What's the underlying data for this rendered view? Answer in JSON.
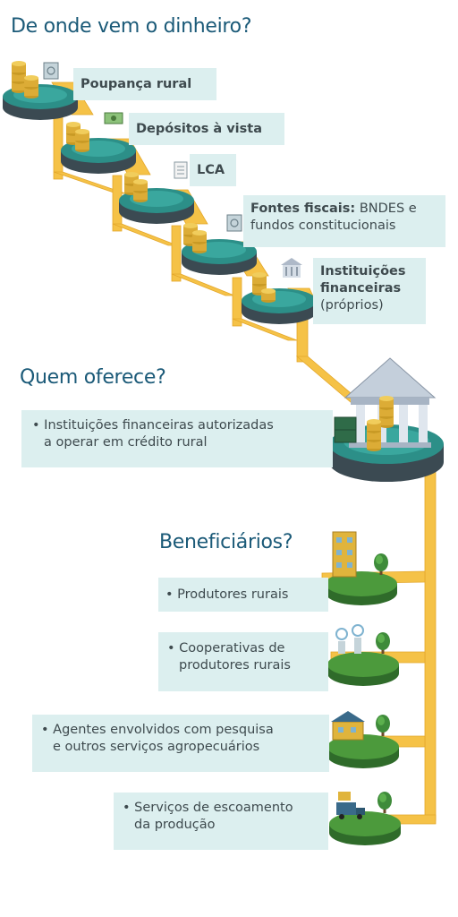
{
  "headings": {
    "source": "De onde vem o dinheiro?",
    "offer": "Quem oferece?",
    "beneficiaries": "Beneficiários?"
  },
  "sources": [
    {
      "title": "Poupança rural",
      "extra": ""
    },
    {
      "title": "Depósitos à vista",
      "extra": ""
    },
    {
      "title": "LCA",
      "extra": ""
    },
    {
      "title": "Fontes fiscais:",
      "extra": "BNDES e",
      "extra2": "fundos constitucionais"
    },
    {
      "title": "Instituições",
      "title2": "financeiras",
      "extra": "(próprios)"
    }
  ],
  "offer_items": [
    {
      "line1": "• Instituições financeiras autorizadas",
      "line2": "a operar em crédito rural"
    }
  ],
  "beneficiaries": [
    {
      "line1": "• Produtores rurais"
    },
    {
      "line1": "• Cooperativas de",
      "line2": "produtores rurais"
    },
    {
      "line1": "• Agentes envolvidos com pesquisa",
      "line2": "e outros serviços agropecuários"
    },
    {
      "line1": "• Serviços de escoamento",
      "line2": "da produção"
    }
  ],
  "colors": {
    "heading": "#1b5a78",
    "label_bg": "#dcefef",
    "pipe": "#f5c247",
    "pipe_edge": "#e4a72a",
    "platform_teal": "#2c8f88",
    "platform_dark": "#3b4a52",
    "coin": "#e0b43c",
    "grass": "#4c9a3c",
    "grass_dark": "#2f6b2a",
    "tree": "#3e8b3a"
  },
  "icons": [
    "safe-icon",
    "money-icon",
    "document-icon",
    "bank-icon",
    "coins-icon",
    "building-icon",
    "people-icon",
    "lab-icon",
    "truck-icon",
    "tree-icon"
  ]
}
